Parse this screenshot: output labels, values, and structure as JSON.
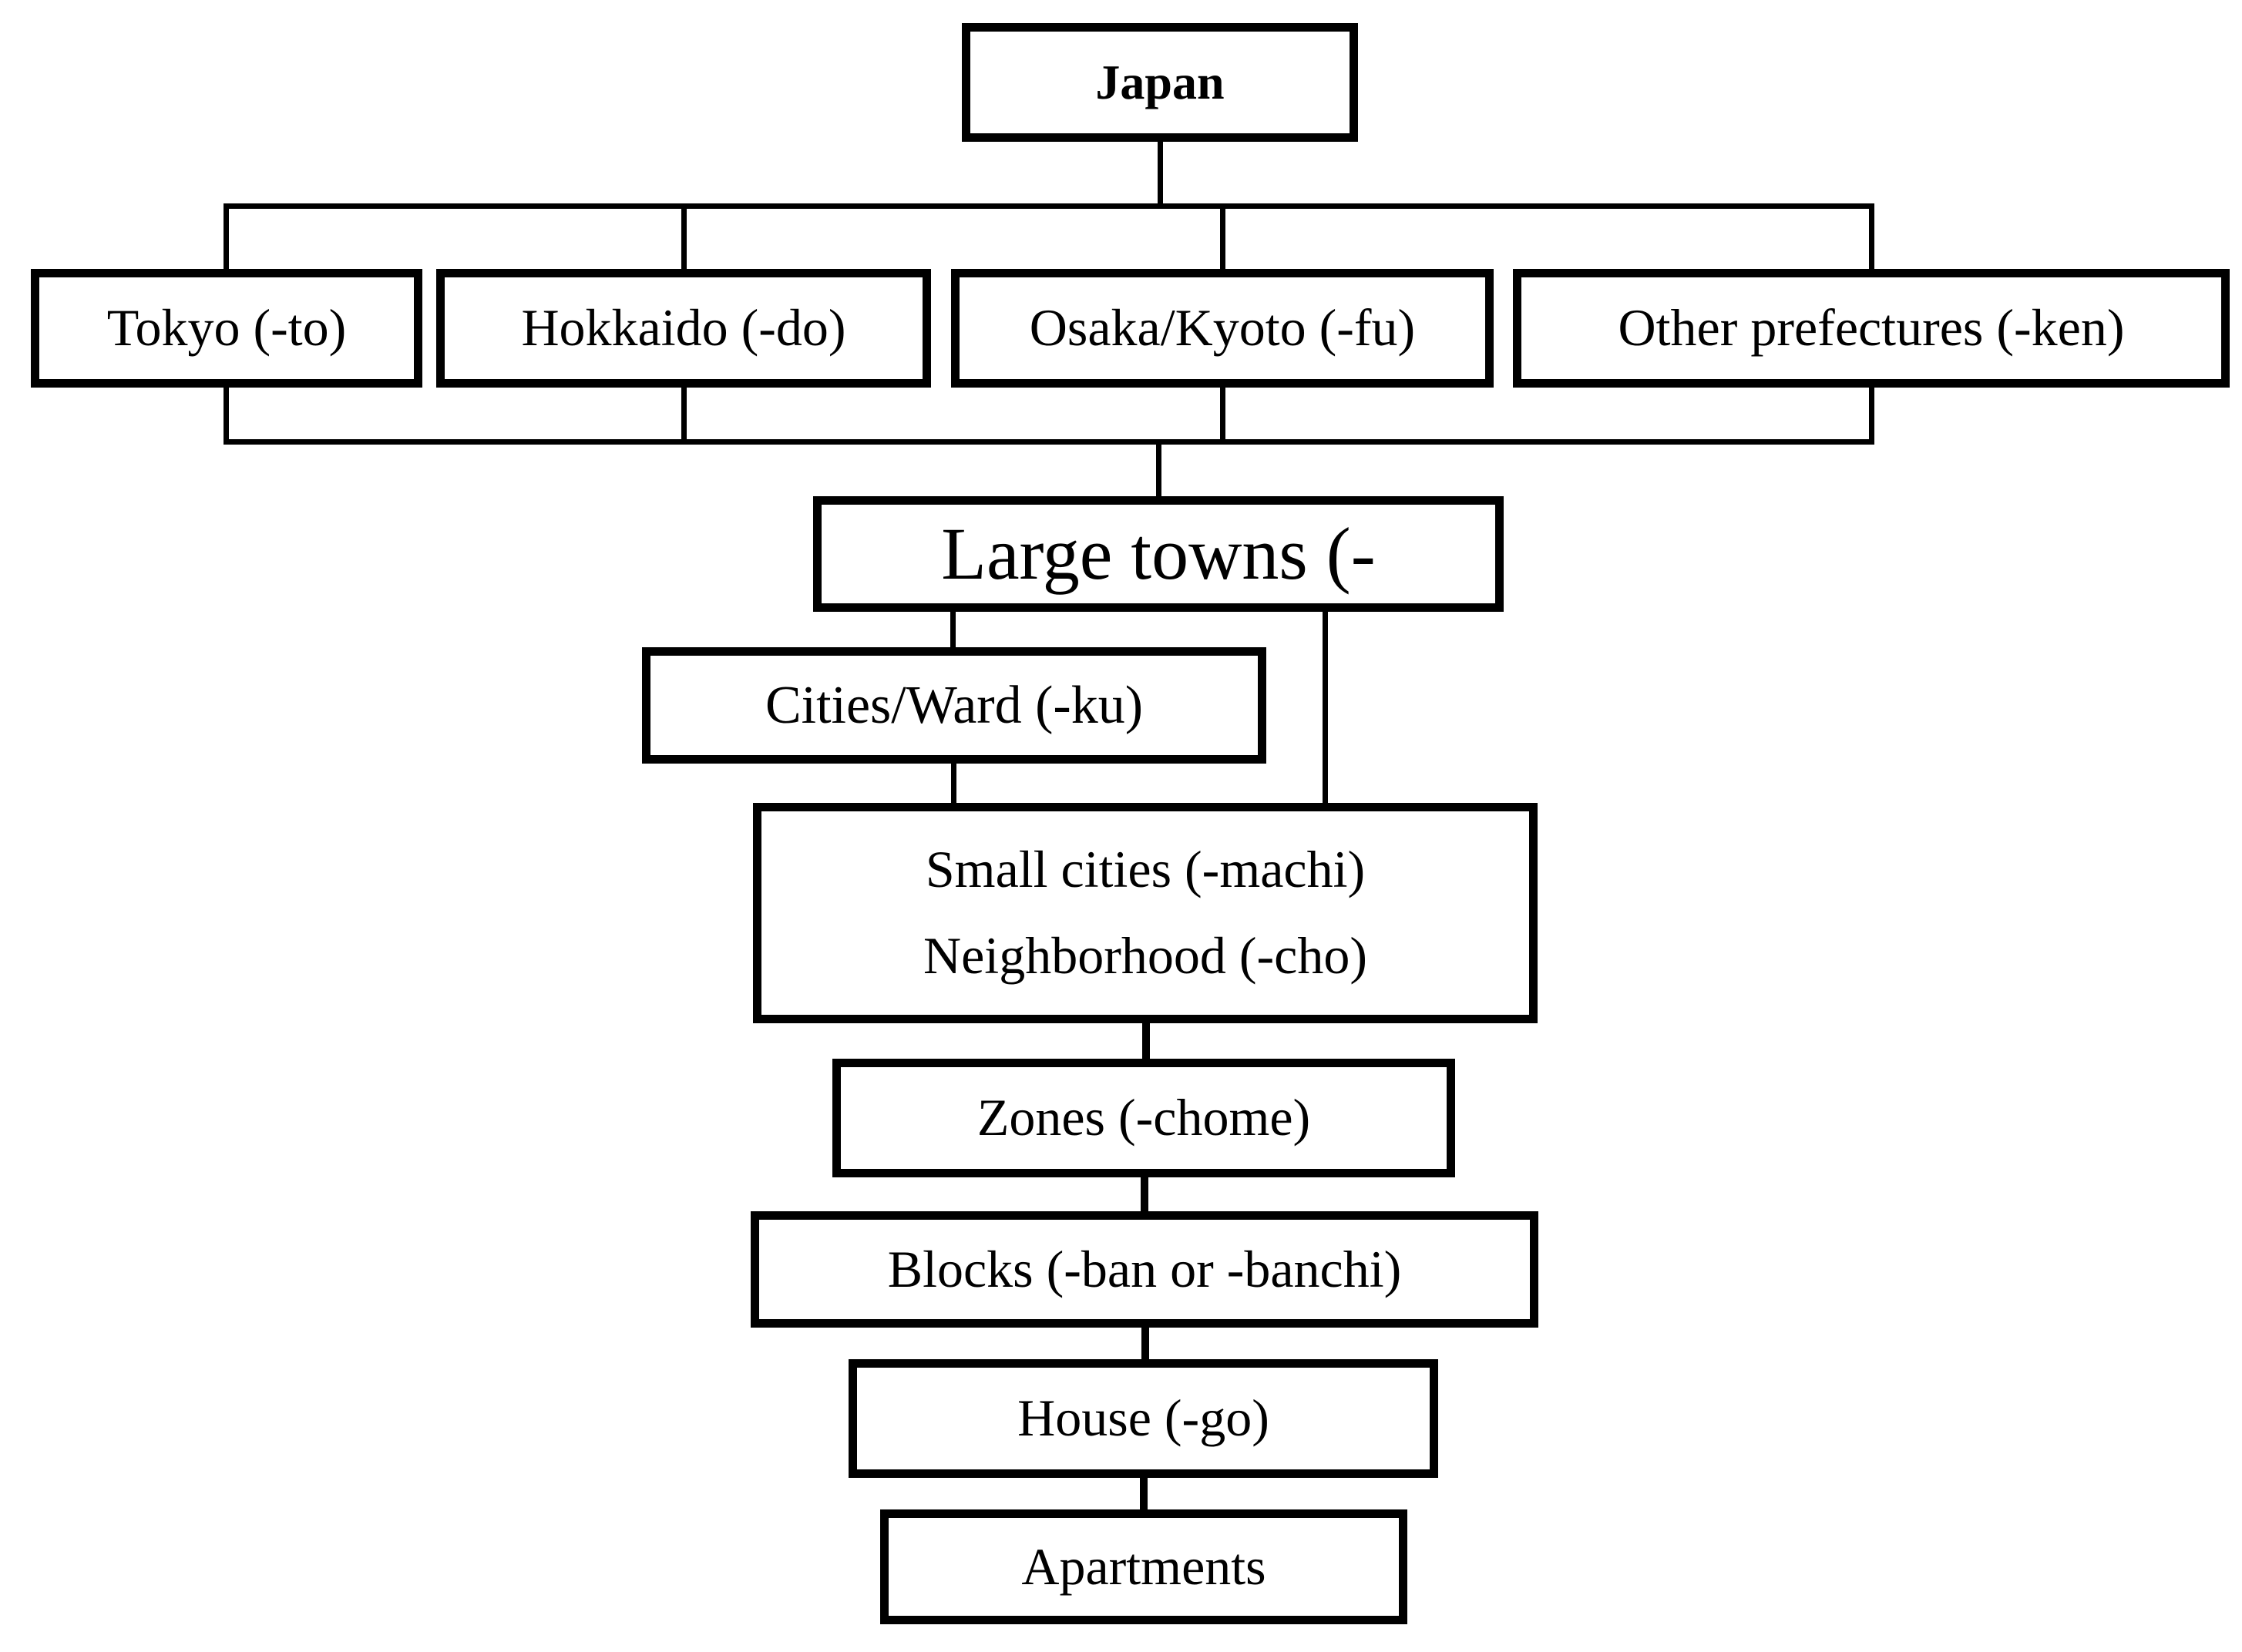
{
  "diagram": {
    "nodes": {
      "japan": {
        "label": "Japan"
      },
      "tokyo": {
        "label": "Tokyo (-to)"
      },
      "hokkaido": {
        "label": "Hokkaido (-do)"
      },
      "osaka_kyoto": {
        "label": "Osaka/Kyoto (-fu)"
      },
      "other_prefectures": {
        "label": "Other prefectures (-ken)"
      },
      "large_towns": {
        "label": "Large towns (-"
      },
      "cities_ward": {
        "label": "Cities/Ward (-ku)"
      },
      "small_cities": {
        "line1": "Small cities (-machi)",
        "line2": "Neighborhood (-cho)"
      },
      "zones": {
        "label": "Zones (-chome)"
      },
      "blocks": {
        "label": "Blocks (-ban or -banchi)"
      },
      "house": {
        "label": "House (-go)"
      },
      "apartments": {
        "label": "Apartments"
      }
    },
    "edges": [
      {
        "from": "japan",
        "to": "tokyo"
      },
      {
        "from": "japan",
        "to": "hokkaido"
      },
      {
        "from": "japan",
        "to": "osaka_kyoto"
      },
      {
        "from": "japan",
        "to": "other_prefectures"
      },
      {
        "from": "prefecture_row",
        "to": "large_towns"
      },
      {
        "from": "large_towns",
        "to": "cities_ward"
      },
      {
        "from": "large_towns",
        "to": "small_cities"
      },
      {
        "from": "cities_ward",
        "to": "small_cities"
      },
      {
        "from": "small_cities",
        "to": "zones"
      },
      {
        "from": "zones",
        "to": "blocks"
      },
      {
        "from": "blocks",
        "to": "house"
      },
      {
        "from": "house",
        "to": "apartments"
      }
    ],
    "colors": {
      "line": "#000000",
      "box_border": "#000000",
      "background": "#ffffff",
      "text": "#000000"
    }
  }
}
